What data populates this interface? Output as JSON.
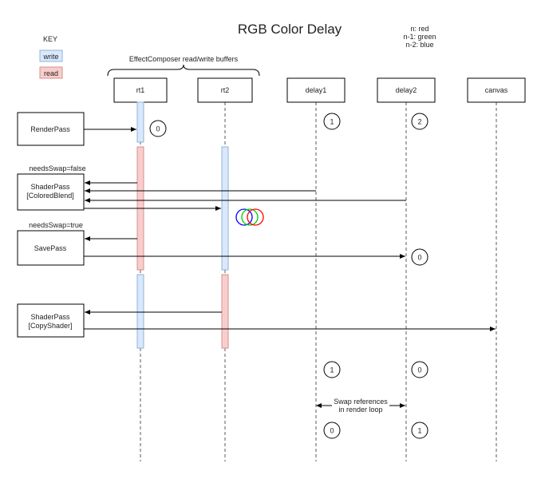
{
  "title": "RGB Color Delay",
  "legend_note": {
    "line1": "n: red",
    "line2": "n-1: green",
    "line3": "n-2: blue"
  },
  "key": {
    "title": "KEY",
    "write": "write",
    "read": "read",
    "write_color": "#dae8fc",
    "read_color": "#f8cecc"
  },
  "brace_label": "EffectComposer read/write buffers",
  "lanes": {
    "rt1": "rt1",
    "rt2": "rt2",
    "delay1": "delay1",
    "delay2": "delay2",
    "canvas": "canvas"
  },
  "passes": {
    "render": {
      "line1": "RenderPass",
      "line2": ""
    },
    "blend": {
      "line1": "ShaderPass",
      "line2": "[ColoredBlend]"
    },
    "save": {
      "line1": "SavePass",
      "line2": ""
    },
    "copy": {
      "line1": "ShaderPass",
      "line2": "[CopyShader]"
    }
  },
  "annotations": {
    "needs_swap_false": "needsSwap=false",
    "needs_swap_true": "needsSwap=true",
    "swap_line1": "Swap references",
    "swap_line2": "in render loop"
  },
  "markers": {
    "rt1_start": "0",
    "delay1_start": "1",
    "delay2_start": "2",
    "delay2_save": "0",
    "delay1_after": "1",
    "delay2_after": "0",
    "delay1_swapped": "0",
    "delay2_swapped": "1"
  },
  "rgb_rings": [
    "#0000ff",
    "#00cc00",
    "#ff0000"
  ]
}
